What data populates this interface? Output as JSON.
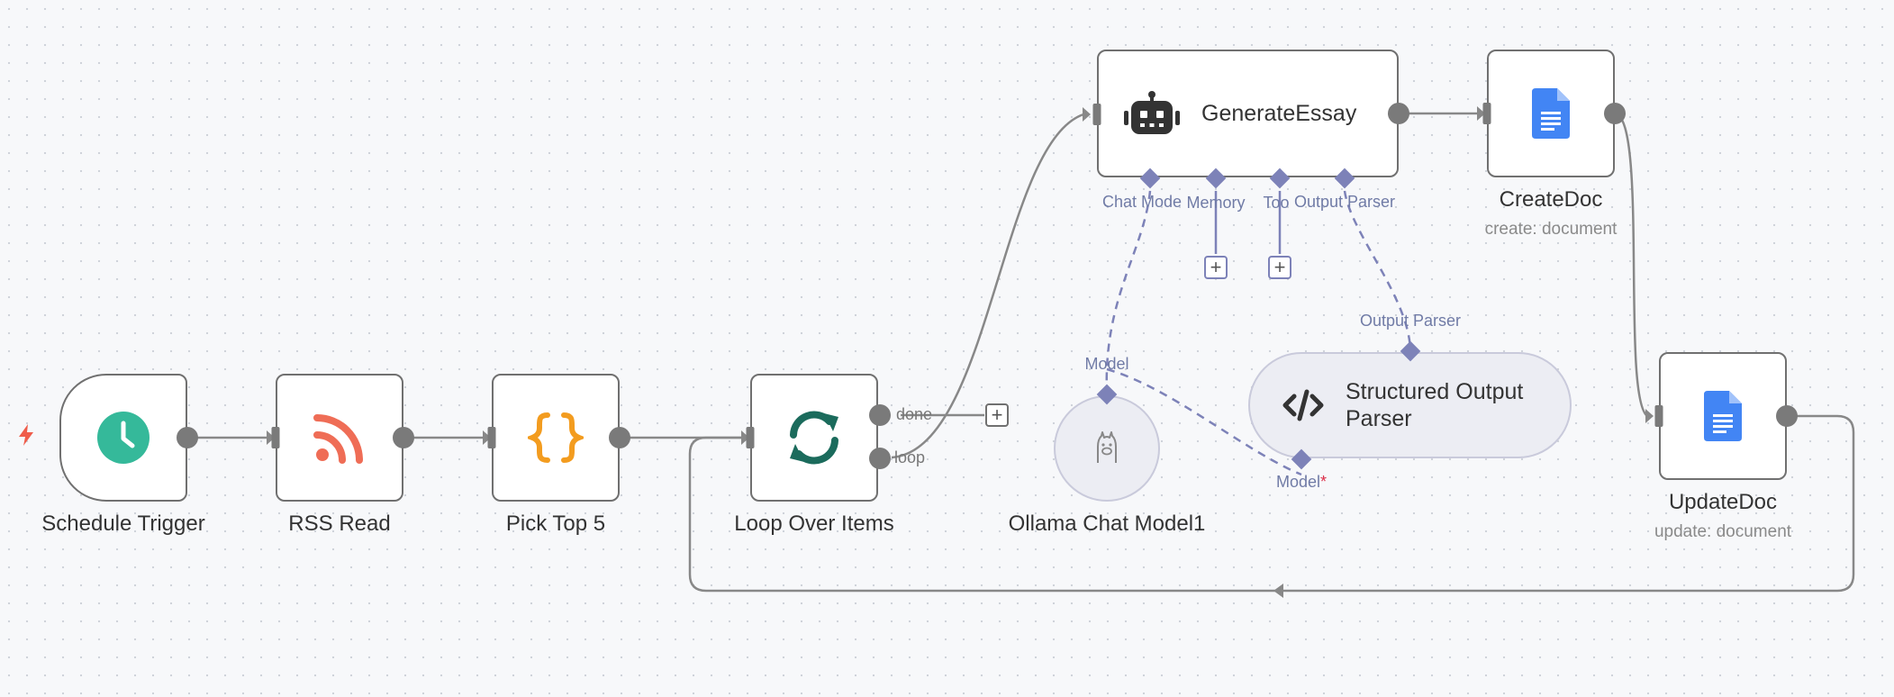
{
  "colors": {
    "edge": "#888888",
    "handle": "#7a7a7a",
    "ai_port": "#7d82b8",
    "trigger_green": "#35b99a",
    "rss_orange": "#ef6d56",
    "code_orange": "#f39c1f",
    "loop_teal": "#1b6b5c",
    "docs_blue": "#4285f4",
    "trigger_bolt": "#ef5c4a"
  },
  "nodes": {
    "schedule": {
      "label": "Schedule Trigger",
      "icon": "clock-icon"
    },
    "rss": {
      "label": "RSS Read",
      "icon": "rss-icon"
    },
    "pick": {
      "label": "Pick Top 5",
      "icon": "curly-braces-icon"
    },
    "loop": {
      "label": "Loop Over Items",
      "icon": "loop-icon",
      "outputs": {
        "done": "done",
        "loop": "loop"
      }
    },
    "agent": {
      "label": "GenerateEssay",
      "icon": "robot-icon",
      "ports": {
        "chat_model": "Chat Mode",
        "memory": "Memory",
        "tool": "Too",
        "output_parser": "Output Parser"
      }
    },
    "createdoc": {
      "label": "CreateDoc",
      "subtitle": "create: document",
      "icon": "google-docs-icon"
    },
    "updatedoc": {
      "label": "UpdateDoc",
      "subtitle": "update: document",
      "icon": "google-docs-icon"
    },
    "ollama": {
      "label": "Ollama Chat Model1",
      "icon": "llama-icon",
      "port": "Model"
    },
    "parser": {
      "label_line1": "Structured Output",
      "label_line2": "Parser",
      "icon": "code-icon",
      "top_port": "Output Parser",
      "bottom_port": "Model",
      "required_mark": "*"
    }
  },
  "buttons": {
    "plus": "+"
  }
}
